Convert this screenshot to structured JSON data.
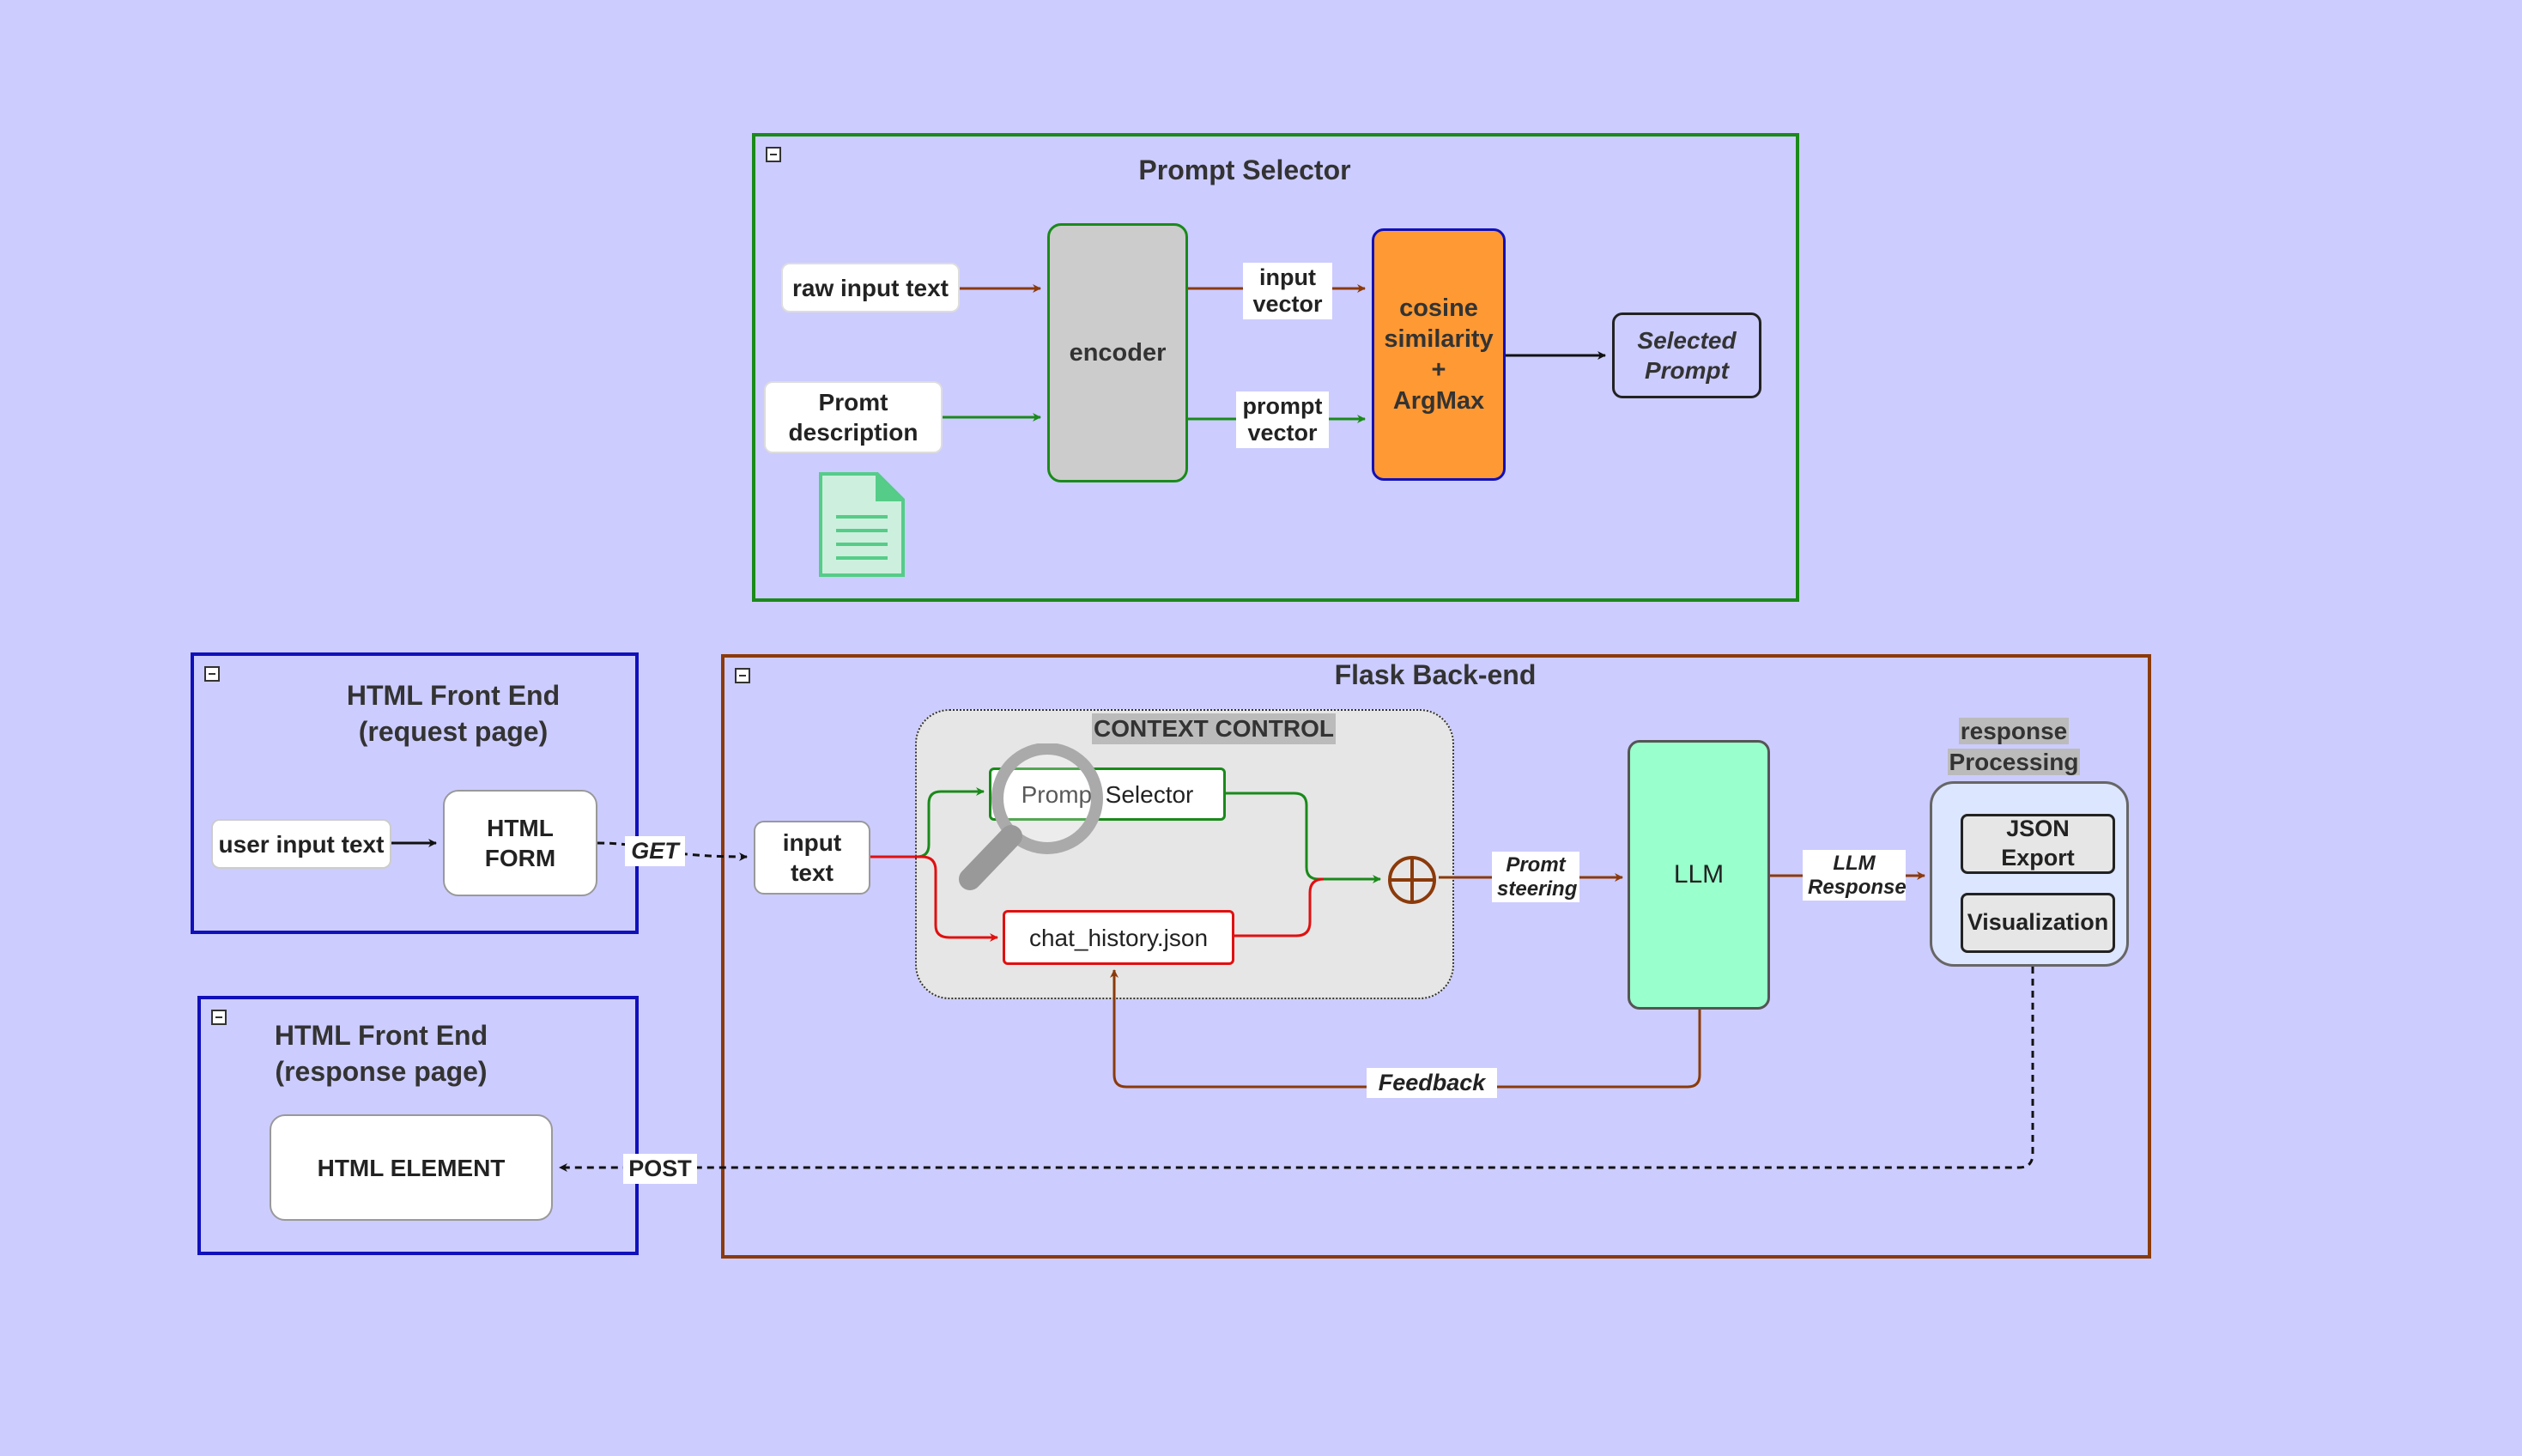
{
  "prompt_selector": {
    "title": "Prompt Selector",
    "raw_input": "raw input text",
    "prompt_description_line1": "Promt",
    "prompt_description_line2": "description",
    "encoder": "encoder",
    "input_vector_line1": "input",
    "input_vector_line2": "vector",
    "prompt_vector_line1": "prompt",
    "prompt_vector_line2": "vector",
    "cosine_line1": "cosine",
    "cosine_line2": "similarity",
    "cosine_line3": "+",
    "cosine_line4": "ArgMax",
    "selected_line1": "Selected",
    "selected_line2": "Prompt"
  },
  "frontend_request": {
    "title_line1": "HTML Front End",
    "title_line2": "(request page)",
    "user_input": "user input text",
    "form_line1": "HTML",
    "form_line2": "FORM"
  },
  "frontend_response": {
    "title_line1": "HTML Front End",
    "title_line2": "(response page)",
    "element": "HTML ELEMENT"
  },
  "backend": {
    "title": "Flask Back-end",
    "input_line1": "input",
    "input_line2": "text",
    "context_title": "CONTEXT CONTROL",
    "prompt_selector": "Prompt Selector",
    "chat_history": "chat_history.json",
    "steering_line1": "Promt",
    "steering_line2": "steering",
    "llm": "LLM",
    "llm_response_line1": "LLM",
    "llm_response_line2": "Response",
    "response_line1": "response",
    "response_line2": "Processing",
    "json_line1": "JSON",
    "json_line2": "Export",
    "visualization": "Visualization",
    "feedback": "Feedback"
  },
  "edges": {
    "get": "GET",
    "post": "POST"
  },
  "colors": {
    "background": "#ccccff",
    "green": "#1a8a1a",
    "blue": "#1010bb",
    "brown": "#8b3a0a",
    "red": "#e01010",
    "orange": "#ff9933",
    "mint": "#99ffcc"
  }
}
